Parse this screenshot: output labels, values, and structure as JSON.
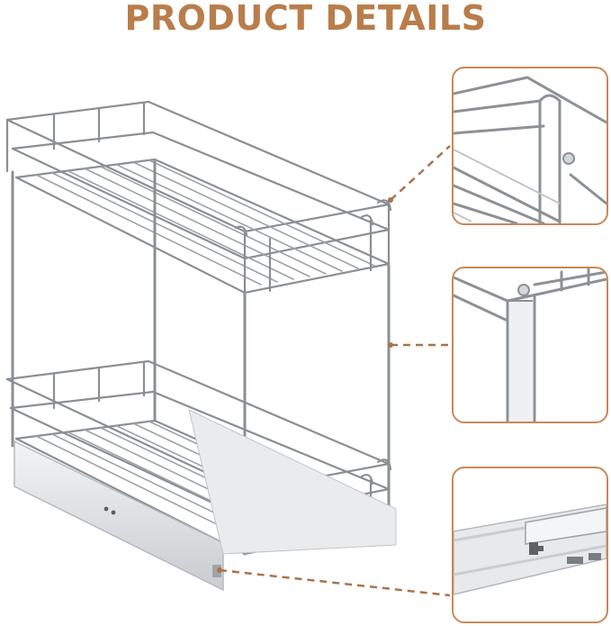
{
  "header": {
    "title": "PRODUCT DETAILS"
  },
  "colors": {
    "accent": "#b97d4b",
    "callout_border": "#c8895a",
    "leader_line": "#a8744a",
    "chrome_dark": "#6f7377",
    "chrome_light": "#d9dcdf",
    "slide_rail": "#e6e8ea"
  },
  "callouts": [
    {
      "name": "top-corner-detail",
      "icon": "wire-rail-corner-closeup"
    },
    {
      "name": "post-joint-detail",
      "icon": "vertical-post-closeup"
    },
    {
      "name": "slide-rail-detail",
      "icon": "ball-bearing-slide-closeup"
    }
  ],
  "product": {
    "icon": "two-tier-pull-out-wire-basket"
  }
}
